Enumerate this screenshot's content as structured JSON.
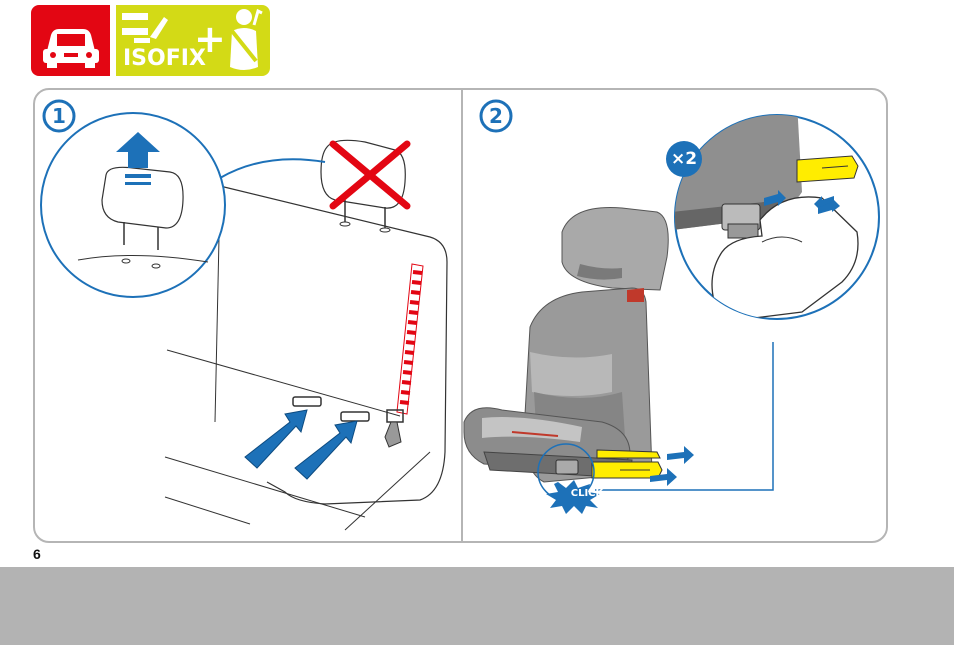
{
  "header": {
    "isofix_label": "ISOFIX",
    "plus_sign": "+"
  },
  "steps": [
    {
      "number": "1"
    },
    {
      "number": "2"
    }
  ],
  "step2": {
    "multiplier": "×2",
    "click_label": "CLICK"
  },
  "page_number": "6",
  "colors": {
    "red": "#e30613",
    "lime": "#d3da16",
    "blue": "#1d71b8",
    "yellow": "#ffed00",
    "footer_gray": "#b3b3b3"
  },
  "icons": [
    "car-icon",
    "isofix-connectors-icon",
    "seatbelt-person-icon",
    "headrest-up-arrow-icon",
    "cross-icon"
  ]
}
